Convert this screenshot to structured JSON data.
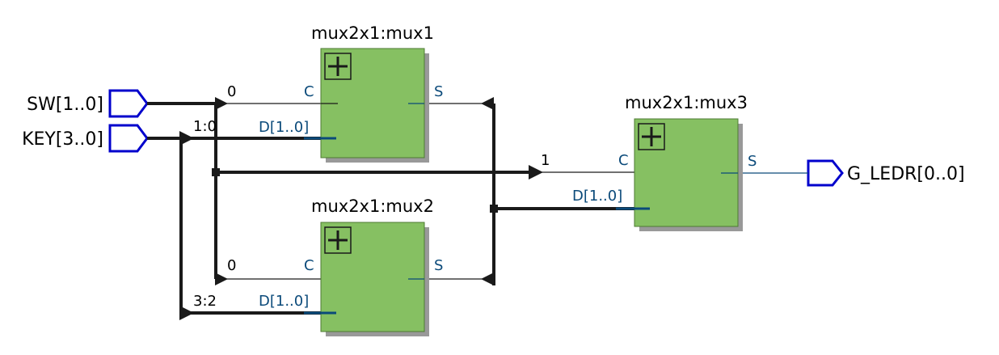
{
  "inputs": {
    "sw": "SW[1..0]",
    "key": "KEY[3..0]"
  },
  "output": {
    "ledr": "G_LEDR[0..0]"
  },
  "blocks": {
    "mux1": "mux2x1:mux1",
    "mux2": "mux2x1:mux2",
    "mux3": "mux2x1:mux3"
  },
  "pins": {
    "c": "C",
    "d": "D[1..0]",
    "s": "S"
  },
  "wire_labels": {
    "mux1_c_bit": "0",
    "mux1_d_slice": "1:0",
    "mux2_c_bit": "0",
    "mux2_d_slice": "3:2",
    "mux3_c_bit": "1"
  },
  "colors": {
    "block_fill": "#86c062",
    "port_stroke": "#0000cc",
    "pin_text": "#0b4a7a"
  }
}
